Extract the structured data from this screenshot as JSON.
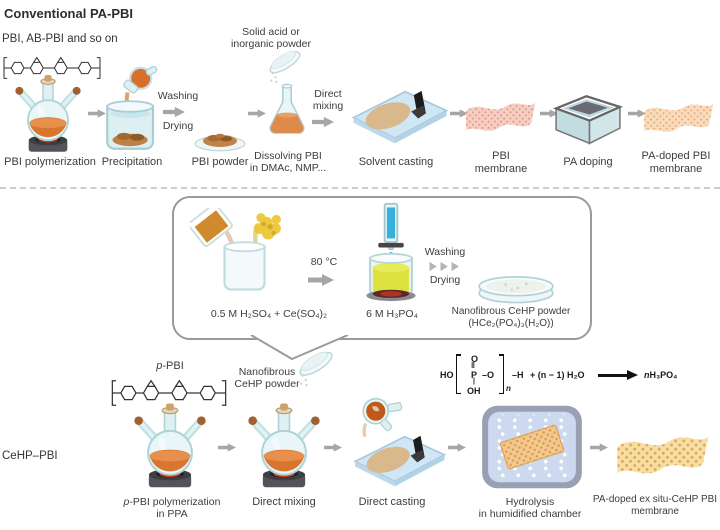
{
  "header": {
    "title": "Conventional PA-PBI",
    "subtitle": "PBI, AB-PBI and so on"
  },
  "top_row": {
    "step1_label": "PBI polymerization",
    "step2_label": "Precipitation",
    "washing": "Washing",
    "drying": "Drying",
    "step3_label": "PBI powder",
    "solid_acid_line1": "Solid acid or",
    "solid_acid_line2": "inorganic powder",
    "step4_line1": "Dissolving PBI",
    "step4_line2": "in DMAc, NMP...",
    "direct_mixing_line1": "Direct",
    "direct_mixing_line2": "mixing",
    "step5_label": "Solvent casting",
    "step6_line1": "PBI",
    "step6_line2": "membrane",
    "step7_label": "PA doping",
    "step8_line1": "PA-doped PBI",
    "step8_line2": "membrane"
  },
  "inset": {
    "step1_label": "0.5 M H₂SO₄ + Ce(SO₄)₂",
    "temperature": "80 °C",
    "step2_label": "6 M H₃PO₄",
    "washing": "Washing",
    "drying": "Drying",
    "product_line1": "Nanofibrous CeHP powder",
    "product_line2": "(HCe₂(PO₄)₃(H₂O))"
  },
  "bottom_row": {
    "section_label": "CeHP–PBI",
    "p_italic": "p",
    "p_rest": "-PBI",
    "nanofibrous_line1": "Nanofibrous",
    "nanofibrous_line2": "CeHP powder",
    "step1_line1_rest": "-PBI polymerization",
    "step1_line2": "in PPA",
    "step2_label": "Direct mixing",
    "step3_label": "Direct casting",
    "step4_line1": "Hydrolysis",
    "step4_line2": "in humidified chamber",
    "step5_line1": "PA-doped ex situ-CeHP PBI",
    "step5_line2": "membrane"
  },
  "equation": {
    "ho": "HO",
    "o_top": "O",
    "double_bond": "‖",
    "p": "P",
    "single_bond": "|",
    "oh": "OH",
    "o_chain": "–O",
    "sub_n": "n",
    "h": "–H",
    "plus_water": "+ (n − 1) H₂O",
    "product_n": "n",
    "product": "H₃PO₄"
  },
  "colors": {
    "liquid_orange": "#d8752f",
    "glass_blue": "#d8eef0",
    "membrane_pink": "#f5cfc3",
    "membrane_peach": "#f8dcc0",
    "membrane_yellow": "#f6dfa6",
    "inset_border": "#9a9a9a",
    "arrow_gray": "#a6a6a6",
    "burette_blue": "#38b0dc",
    "beaker_yellow": "#dde23e",
    "fluff_yellow": "#ecc93e",
    "chamber_blue": "#ccd9ee",
    "hotplate_red": "#c03a1e"
  }
}
